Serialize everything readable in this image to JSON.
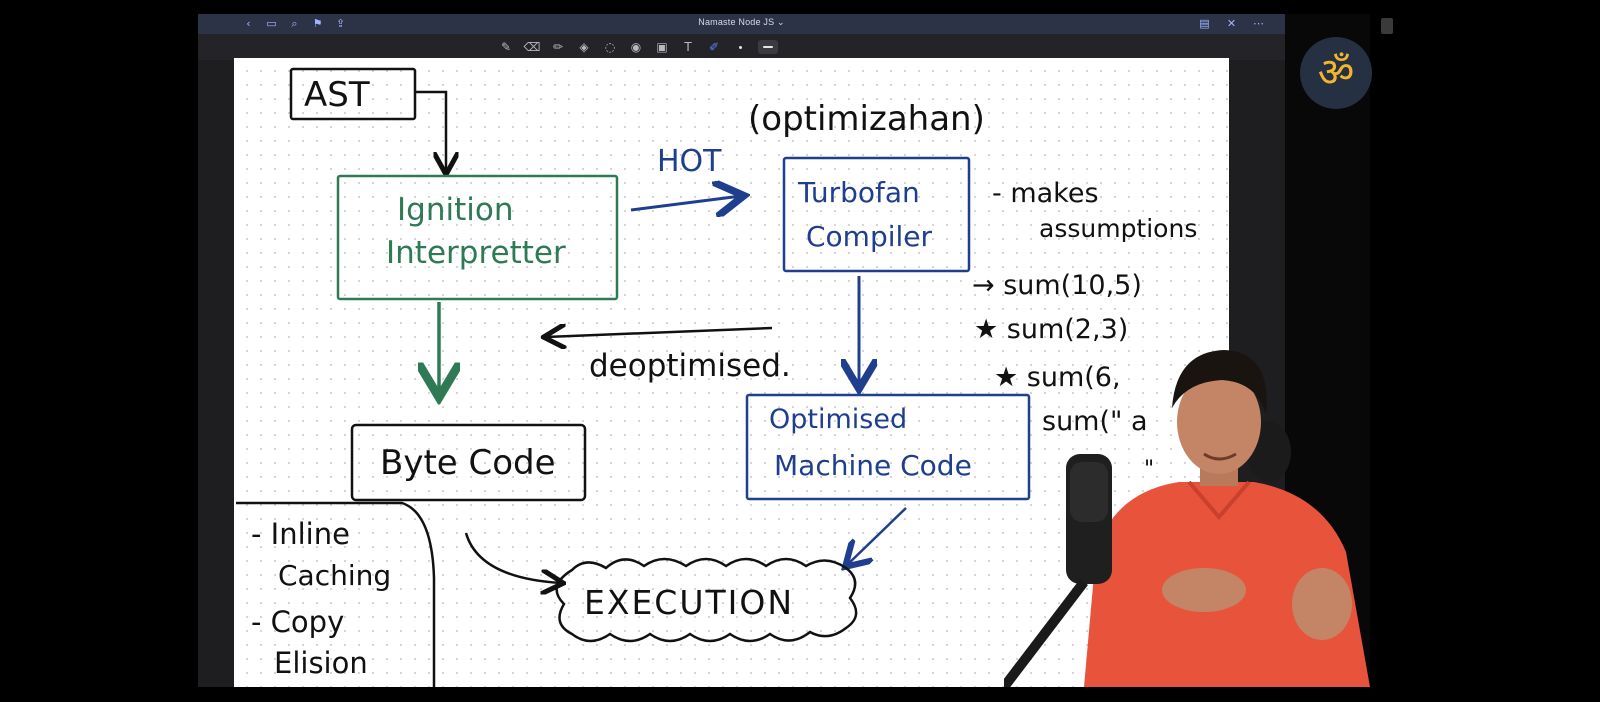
{
  "window": {
    "title": "Namaste Node JS ⌄"
  },
  "titlebar": {
    "left_icons": [
      "chevron-left-icon",
      "sidebar-icon",
      "search-icon",
      "bookmark-icon",
      "share-icon"
    ],
    "right_icons": [
      "document-icon",
      "close-icon",
      "more-icon"
    ]
  },
  "toolbar": {
    "tools": [
      "pen-icon",
      "eraser-icon",
      "highlighter-icon",
      "shapes-icon",
      "lasso-icon",
      "eye-icon",
      "image-icon",
      "text-box-icon",
      "color-picker-icon"
    ],
    "selected_tool": "color-picker-icon"
  },
  "diagram": {
    "ast": "AST",
    "ignition_line1": "Ignition",
    "ignition_line2": "Interpretter",
    "hot": "HOT",
    "optimization": "(optimizahan)",
    "turbofan_line1": "Turbofan",
    "turbofan_line2": "Compiler",
    "makes_line1": "- makes",
    "makes_line2": "assumptions",
    "sum1": "→ sum(10,5)",
    "sum2": "★ sum(2,3)",
    "sum3": "★ sum(6,",
    "sum4": "sum(\" a",
    "quote_mark": "\"",
    "deoptimised": "deoptimised.",
    "optimised_line1": "Optimised",
    "optimised_line2": "Machine Code",
    "bytecode": "Byte Code",
    "inline_line1": "- Inline",
    "inline_line2": "Caching",
    "copy_line1": "- Copy",
    "copy_line2": "Elision",
    "execution": "EXECUTION"
  },
  "colors": {
    "ink_black": "#111111",
    "ink_green": "#2e7a55",
    "ink_blue": "#1f3f8e",
    "logo_bg": "#263043",
    "logo_fg": "#f4b52c",
    "shirt": "#e8533b"
  },
  "logo": {
    "glyph": "ॐ"
  }
}
